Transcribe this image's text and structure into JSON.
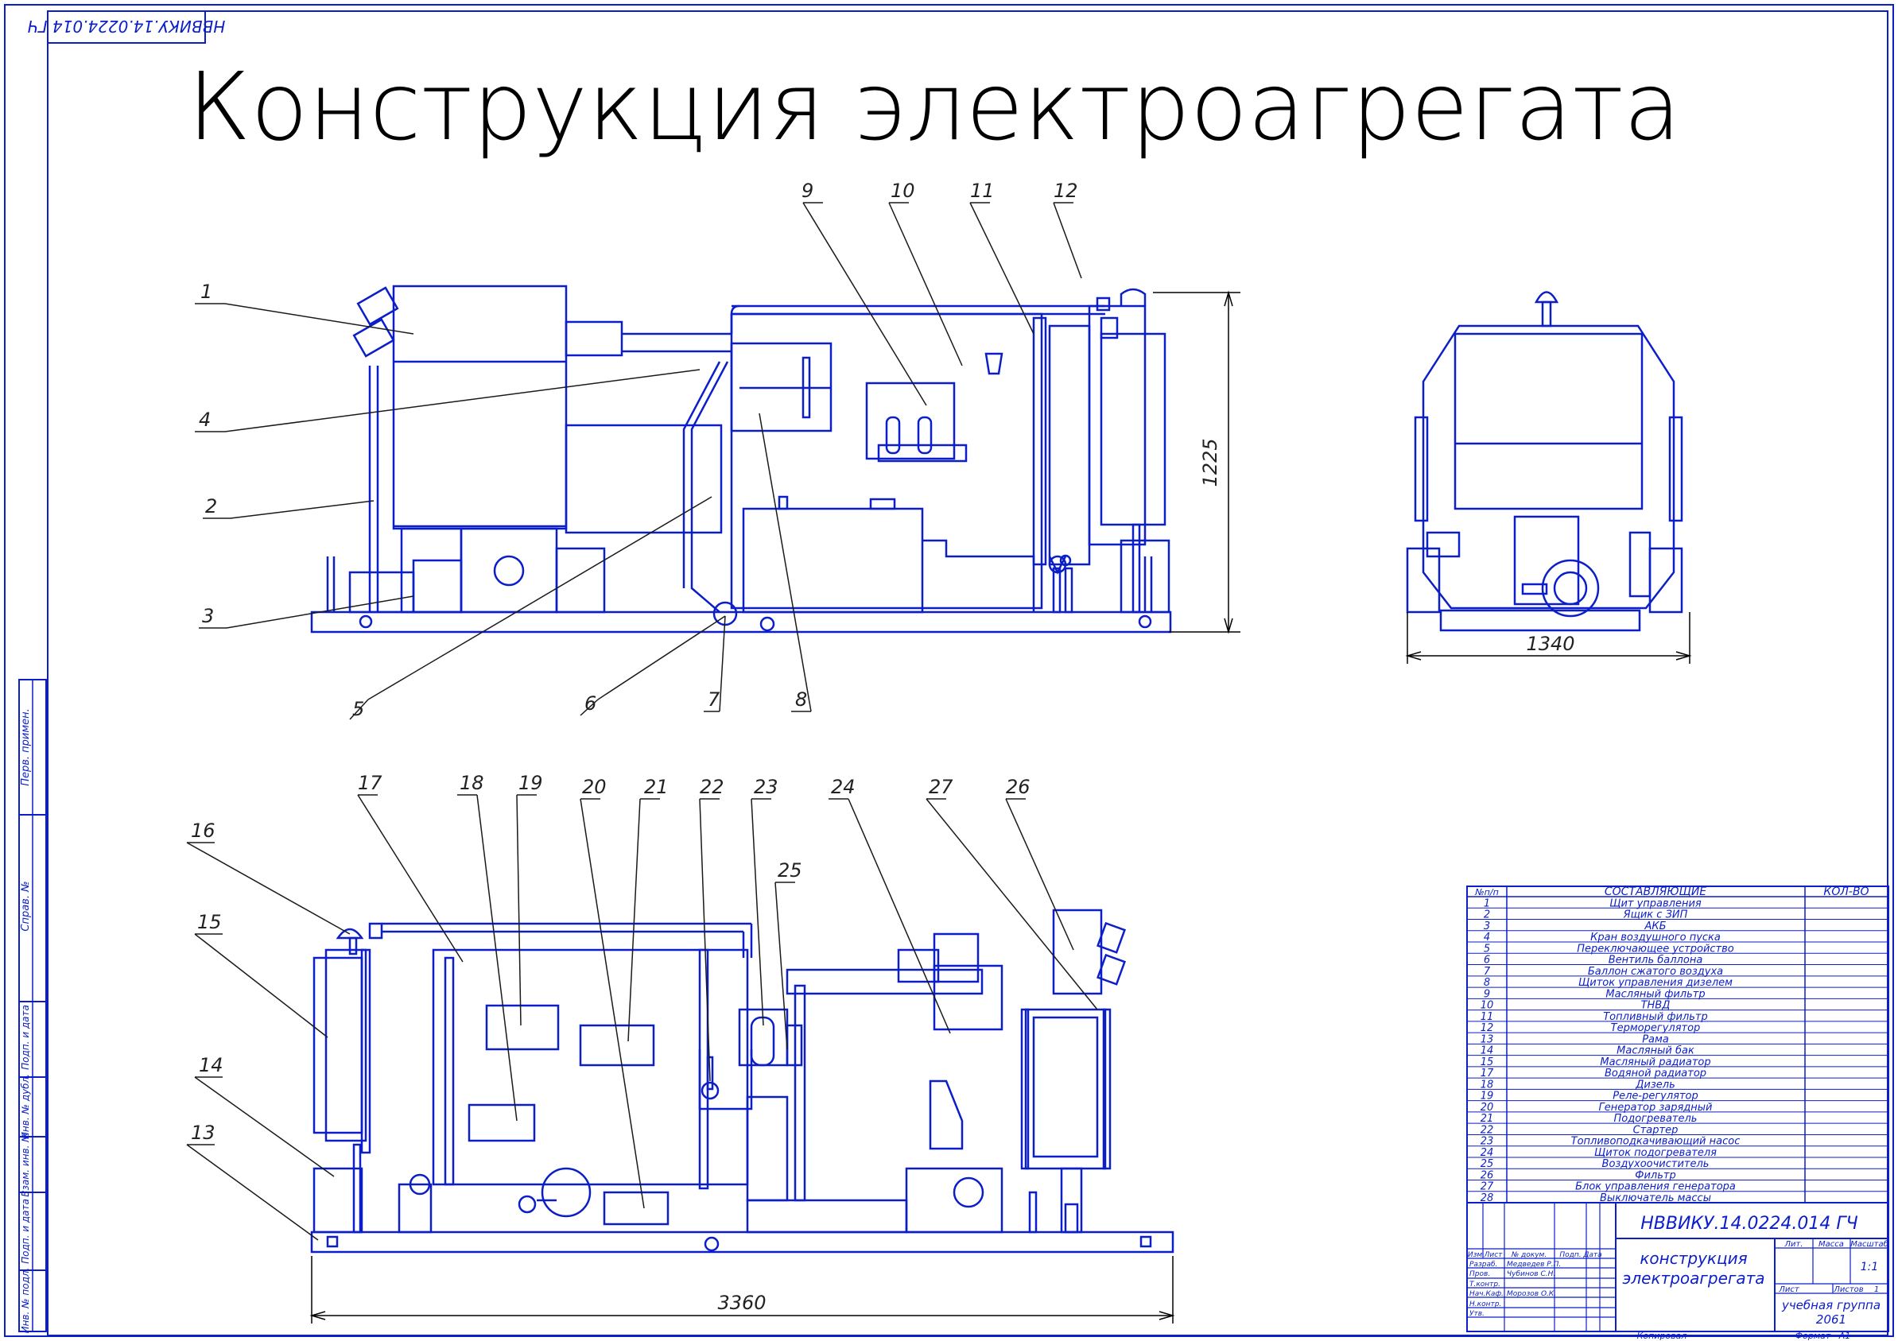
{
  "title": "Конструкция электроагрегата",
  "stamp_code_rotated": "НВВИКУ.14.0224.014 ГЧ",
  "dimensions": {
    "height": "1225",
    "end_view_width": "1340",
    "plan_length": "3360"
  },
  "side_view_callouts": [
    "1",
    "2",
    "3",
    "4",
    "5",
    "6",
    "7",
    "8",
    "9",
    "10",
    "11",
    "12"
  ],
  "plan_view_callouts": [
    "13",
    "14",
    "15",
    "16",
    "17",
    "18",
    "19",
    "20",
    "21",
    "22",
    "23",
    "24",
    "25",
    "26",
    "27"
  ],
  "side_margin_labels": [
    "Перв. примен.",
    "Справ. №",
    "Подп. и дата",
    "Инв. № дубл.",
    "Взам. инв. №",
    "Подп. и дата",
    "Инв. № подл."
  ],
  "bom": {
    "headers": {
      "num": "№п/п",
      "name": "СОСТАВЛЯЮЩИЕ",
      "qty": "КОЛ-ВО"
    },
    "rows": [
      {
        "n": "1",
        "name": "Щит управления"
      },
      {
        "n": "2",
        "name": "Ящик с ЗИП"
      },
      {
        "n": "3",
        "name": "АКБ"
      },
      {
        "n": "4",
        "name": "Кран воздушного пуска"
      },
      {
        "n": "5",
        "name": "Переключающее устройство"
      },
      {
        "n": "6",
        "name": "Вентиль баллона"
      },
      {
        "n": "7",
        "name": "Баллон сжатого воздуха"
      },
      {
        "n": "8",
        "name": "Щиток управления дизелем"
      },
      {
        "n": "9",
        "name": "Масляный фильтр"
      },
      {
        "n": "10",
        "name": "ТНВД"
      },
      {
        "n": "11",
        "name": "Топливный фильтр"
      },
      {
        "n": "12",
        "name": "Терморегулятор"
      },
      {
        "n": "13",
        "name": "Рама"
      },
      {
        "n": "14",
        "name": "Масляный бак"
      },
      {
        "n": "15",
        "name": "Масляный радиатор"
      },
      {
        "n": "17",
        "name": "Водяной радиатор"
      },
      {
        "n": "18",
        "name": "Дизель"
      },
      {
        "n": "19",
        "name": "Реле-регулятор"
      },
      {
        "n": "20",
        "name": "Генератор зарядный"
      },
      {
        "n": "21",
        "name": "Подогреватель"
      },
      {
        "n": "22",
        "name": "Стартер"
      },
      {
        "n": "23",
        "name": "Топливоподкачивающий насос"
      },
      {
        "n": "24",
        "name": "Щиток подогревателя"
      },
      {
        "n": "25",
        "name": "Воздухоочиститель"
      },
      {
        "n": "26",
        "name": "Фильтр"
      },
      {
        "n": "27",
        "name": "Блок управления генератора"
      },
      {
        "n": "28",
        "name": "Выключатель массы"
      }
    ]
  },
  "title_block": {
    "code": "НВВИКУ.14.0224.014 ГЧ",
    "name_line1": "конструкция",
    "name_line2": "электроагрегата",
    "col_headers": [
      "Изм",
      "Лист",
      "№ докум.",
      "Подп.",
      "Дата"
    ],
    "roles": [
      {
        "role": "Разраб.",
        "person": "Медведев Р.П."
      },
      {
        "role": "Пров.",
        "person": "Чубинов С.Н."
      },
      {
        "role": "Т.контр.",
        "person": ""
      },
      {
        "role": "Нач.Каф.",
        "person": "Морозов О.К."
      },
      {
        "role": "Н.контр.",
        "person": ""
      },
      {
        "role": "Утв.",
        "person": ""
      }
    ],
    "lit": "Лит.",
    "mass": "Масса",
    "scale_label": "Масштаб",
    "scale": "1:1",
    "sheet_label": "Лист",
    "sheets_label": "Листов",
    "sheets": "1",
    "group_line1": "учебная группа",
    "group_line2": "2061",
    "copied": "Копировал",
    "format_label": "Формат",
    "format": "А1"
  }
}
